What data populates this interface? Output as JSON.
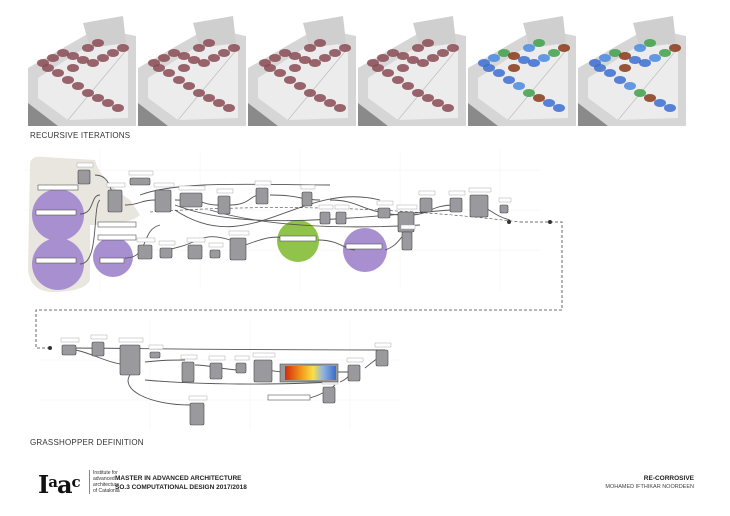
{
  "iterations": {
    "label": "RECURSIVE ITERATIONS",
    "thumbnails": [
      {
        "name": "iteration-1",
        "color": "#8b4b55"
      },
      {
        "name": "iteration-2",
        "color": "#8b4b55"
      },
      {
        "name": "iteration-3",
        "color": "#8b4b55"
      },
      {
        "name": "iteration-4",
        "color": "#8b4b55"
      },
      {
        "name": "iteration-5-colored",
        "color": "#3c6fd0"
      },
      {
        "name": "iteration-6-colored",
        "color": "#3c6fd0"
      }
    ]
  },
  "definition": {
    "label": "GRASSHOPPER DEFINITION",
    "gradient_colors": [
      "#d42a10",
      "#f5a21c",
      "#f6e04a",
      "#8fb3e0",
      "#3a6cc8"
    ]
  },
  "footer": {
    "logo": "Iaac",
    "institute_lines": [
      "Institute for",
      "advanced",
      "architecture",
      "of Catalonia"
    ],
    "program": "MASTER IN ADVANCED ARCHITECTURE",
    "course": "SO.3 COMPUTATIONAL DESIGN 2017/2018",
    "project_title": "RE-CORROSIVE",
    "author": "MOHAMED IFTHIKAR NOORDEEN"
  }
}
